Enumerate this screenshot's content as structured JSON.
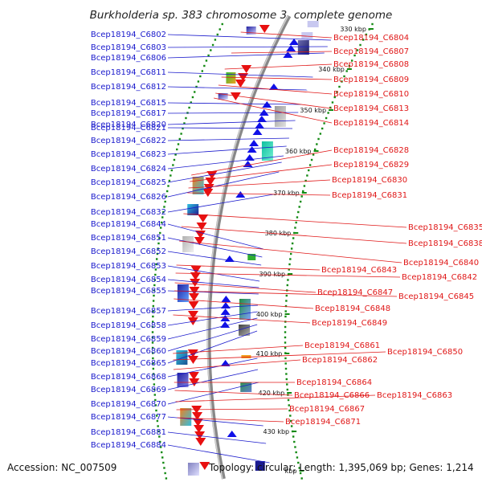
{
  "title": "Burkholderia sp. 383 chromosome 3, complete genome",
  "accession": "Accession: NC_007509",
  "topology": "Topology: circular; Length: 1,395,069 bp; Genes: 1,214",
  "colors": {
    "forward": "#1010e8",
    "reverse": "#e81010",
    "left_label": "#1a1acc",
    "right_label": "#e01818",
    "backbone": "#888888",
    "ticks": "#138a13"
  },
  "ticks": [
    {
      "label": "330 kbp"
    },
    {
      "label": "340 kbp"
    },
    {
      "label": "350 kbp"
    },
    {
      "label": "360 kbp"
    },
    {
      "label": "370 kbp"
    },
    {
      "label": "380 kbp"
    },
    {
      "label": "390 kbp"
    },
    {
      "label": "400 kbp"
    },
    {
      "label": "410 kbp"
    },
    {
      "label": "420 kbp"
    },
    {
      "label": "430 kbp"
    },
    {
      "label": "kbp"
    }
  ],
  "left_labels": [
    "Bcep18194_C6802",
    "Bcep18194_C6803",
    "Bcep18194_C6806",
    "Bcep18194_C6811",
    "Bcep18194_C6812",
    "Bcep18194_C6815",
    "Bcep18194_C6817",
    "Bcep18194_C6820",
    "Bcep18194_C6821",
    "Bcep18194_C6822",
    "Bcep18194_C6823",
    "Bcep18194_C6824",
    "Bcep18194_C6825",
    "Bcep18194_C6826",
    "Bcep18194_C6832",
    "Bcep18194_C6844",
    "Bcep18194_C6851",
    "Bcep18194_C6852",
    "Bcep18194_C6853",
    "Bcep18194_C6854",
    "Bcep18194_C6855",
    "Bcep18194_C6857",
    "Bcep18194_C6858",
    "Bcep18194_C6859",
    "Bcep18194_C6860",
    "Bcep18194_C6865",
    "Bcep18194_C6868",
    "Bcep18194_C6869",
    "Bcep18194_C6870",
    "Bcep18194_C6877",
    "Bcep18194_C6881",
    "Bcep18194_C6884"
  ],
  "right_labels": [
    "Bcep18194_C6804",
    "Bcep18194_C6807",
    "Bcep18194_C6808",
    "Bcep18194_C6809",
    "Bcep18194_C6810",
    "Bcep18194_C6813",
    "Bcep18194_C6814",
    "Bcep18194_C6828",
    "Bcep18194_C6829",
    "Bcep18194_C6830",
    "Bcep18194_C6831",
    "Bcep18194_C6835",
    "Bcep18194_C6838",
    "Bcep18194_C6840",
    "Bcep18194_C6843",
    "Bcep18194_C6842",
    "Bcep18194_C6847",
    "Bcep18194_C6845",
    "Bcep18194_C6848",
    "Bcep18194_C6849",
    "Bcep18194_C6861",
    "Bcep18194_C6850",
    "Bcep18194_C6862",
    "Bcep18194_C6864",
    "Bcep18194_C6866",
    "Bcep18194_C6863",
    "Bcep18194_C6867",
    "Bcep18194_C6871"
  ]
}
